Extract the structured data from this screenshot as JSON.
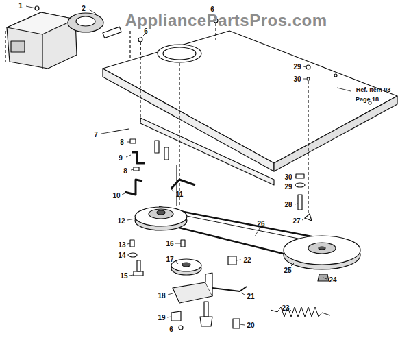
{
  "diagram": {
    "labels": [
      "1",
      "2",
      "AppliancePartsPros.com",
      "6",
      "6",
      "29",
      "30",
      "Ref. Item 93",
      "Page 18",
      "7",
      "8",
      "9",
      "8",
      "30",
      "29",
      "10",
      "11",
      "28",
      "27",
      "12",
      "26",
      "13",
      "16",
      "14",
      "17",
      "22",
      "25",
      "15",
      "24",
      "18",
      "21",
      "23",
      "19",
      "20",
      "6"
    ]
  }
}
